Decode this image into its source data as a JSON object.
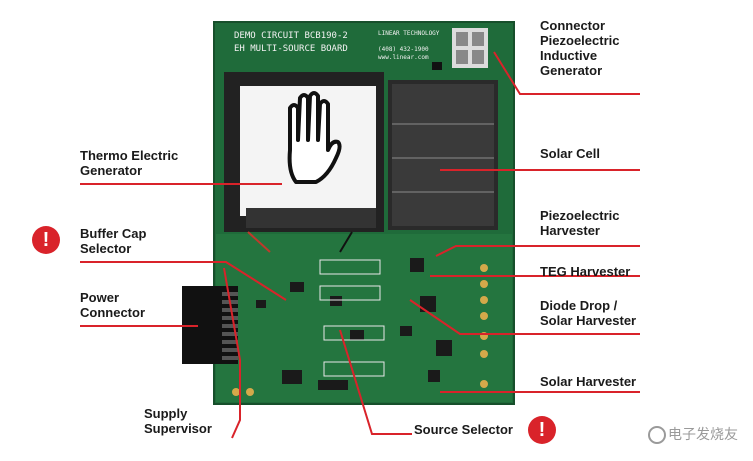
{
  "board": {
    "title_line1": "DEMO CIRCUIT BCB190-2",
    "title_line2": "EH MULTI-SOURCE BOARD",
    "brand": "LINEAR TECHNOLOGY",
    "phone": "(408) 432-1900",
    "website": "www.linear.com"
  },
  "callouts": {
    "connector_line1": "Connector",
    "connector_line2": "Piezoelectric",
    "connector_line3": "Inductive",
    "connector_line4": "Generator",
    "solar_cell": "Solar Cell",
    "thermo_line1": "Thermo Electric",
    "thermo_line2": "Generator",
    "buffer_line1": "Buffer Cap",
    "buffer_line2": "Selector",
    "piezo_line1": "Piezoelectric",
    "piezo_line2": "Harvester",
    "teg_harvester": "TEG Harvester",
    "power_line1": "Power",
    "power_line2": "Connector",
    "diode_line1": "Diode Drop /",
    "diode_line2": "Solar Harvester",
    "solar_harvester": "Solar Harvester",
    "supply_line1": "Supply",
    "supply_line2": "Supervisor",
    "source_selector": "Source Selector"
  },
  "alerts": {
    "symbol": "!"
  },
  "watermark": {
    "text": "电子发烧友"
  },
  "colors": {
    "callout_red": "#d9232a",
    "board_green": "#1f6b3a",
    "solar_dark": "#2a2a2a",
    "teg_black": "#222222"
  },
  "icons": {
    "alert": "exclamation-circle-icon",
    "hand": "hand-warning-icon",
    "watermark_logo": "hand-logo-icon"
  }
}
